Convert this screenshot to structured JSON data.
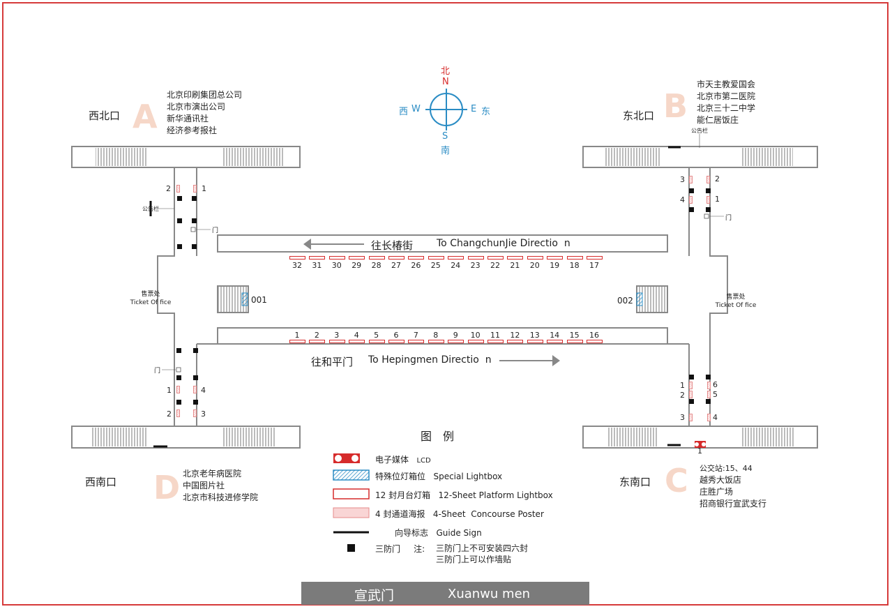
{
  "compass": {
    "north_cn": "北",
    "north": "N",
    "south": "S",
    "south_cn": "南",
    "west_cn": "西",
    "west": "W",
    "east": "E",
    "east_cn": "东"
  },
  "exits": {
    "A": {
      "letter": "A",
      "name": "西北口",
      "poi": [
        "北京印刷集团总公司",
        "北京市演出公司",
        "新华通讯社",
        "经济参考报社"
      ]
    },
    "B": {
      "letter": "B",
      "name": "东北口",
      "poi": [
        "市天主教爱国会",
        "北京市第二医院",
        "北京三十二中学",
        "能仁居饭庄"
      ]
    },
    "C": {
      "letter": "C",
      "name": "东南口",
      "poi": [
        "公交站:15、44",
        "越秀大饭店",
        "庄胜广场",
        "招商银行宣武支行"
      ]
    },
    "D": {
      "letter": "D",
      "name": "西南口",
      "poi": [
        "北京老年病医院",
        "中国图片社",
        "北京市科技进修学院"
      ]
    }
  },
  "bulletin": "公告栏",
  "door_label": "门",
  "ticket": {
    "cn": "售票处",
    "en": "Ticket Of fice"
  },
  "directions": {
    "north_cn": "往长椿街",
    "north_en": "To ChangchunJie Directio  n",
    "south_cn": "往和平门",
    "south_en": "To Hepingmen Directio  n"
  },
  "stairs": {
    "left": "001",
    "right": "002"
  },
  "platform_top": [
    "32",
    "31",
    "30",
    "29",
    "28",
    "27",
    "26",
    "25",
    "24",
    "23",
    "22",
    "21",
    "20",
    "19",
    "18",
    "17"
  ],
  "platform_bottom": [
    "1",
    "2",
    "3",
    "4",
    "5",
    "6",
    "7",
    "8",
    "9",
    "10",
    "11",
    "12",
    "13",
    "14",
    "15",
    "16"
  ],
  "poster_nums": {
    "nw": [
      "2",
      "1"
    ],
    "ne": [
      "3",
      "2",
      "4",
      "1"
    ],
    "sw": [
      "1",
      "4",
      "2",
      "3"
    ],
    "se": [
      "1",
      "6",
      "2",
      "5",
      "3",
      "4"
    ],
    "lcd": "1"
  },
  "legend": {
    "title": "图　例",
    "lcd_cn": "电子媒体",
    "lcd_en": "LCD",
    "special_cn": "特殊位灯箱位",
    "special_en": "Special Lightbox",
    "platform_cn": "12 封月台灯箱",
    "platform_en": "12-Sheet Platform Lightbox",
    "concourse_cn": "4 封通道海报",
    "concourse_en": "4-Sheet  Concourse Poster",
    "guide_cn": "向导标志",
    "guide_en": "Guide Sign",
    "door_cn": "三防门",
    "note_label": "注:",
    "note1": "三防门上不可安装四六封",
    "note2": "三防门上可以作墙贴"
  },
  "station": {
    "cn": "宣武门",
    "en": "Xuanwu men"
  },
  "colors": {
    "accent": "#d62b2b",
    "compass": "#2a8cc4",
    "letter": "#f6d7c8",
    "titlebar": "#7b7b7b"
  }
}
